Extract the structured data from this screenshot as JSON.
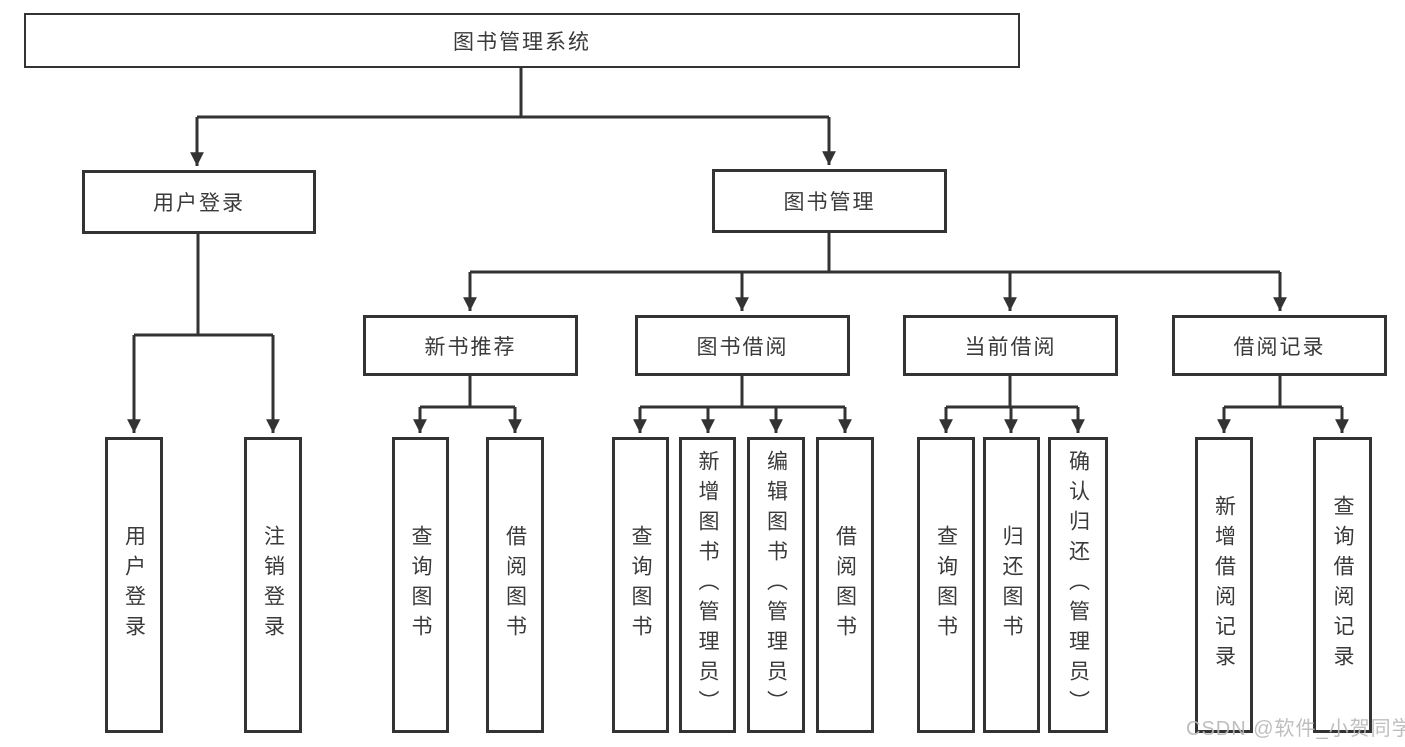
{
  "colors": {
    "background": "#ffffff",
    "line": "#333333",
    "text": "#3a3a3a",
    "watermark": "#b9b9b9"
  },
  "watermark": {
    "text": "CSDN @软件_小贺同学"
  },
  "tree": {
    "root": {
      "label": "图书管理系统",
      "children": [
        {
          "label": "用户登录",
          "children": [
            {
              "label": "用户登录"
            },
            {
              "label": "注销登录"
            }
          ]
        },
        {
          "label": "图书管理",
          "children": [
            {
              "label": "新书推荐",
              "children": [
                {
                  "label": "查询图书"
                },
                {
                  "label": "借阅图书"
                }
              ]
            },
            {
              "label": "图书借阅",
              "children": [
                {
                  "label": "查询图书"
                },
                {
                  "label": "新增图书（管理员）"
                },
                {
                  "label": "编辑图书（管理员）"
                },
                {
                  "label": "借阅图书"
                }
              ]
            },
            {
              "label": "当前借阅",
              "children": [
                {
                  "label": "查询图书"
                },
                {
                  "label": "归还图书"
                },
                {
                  "label": "确认归还（管理员）"
                }
              ]
            },
            {
              "label": "借阅记录",
              "children": [
                {
                  "label": "新增借阅记录"
                },
                {
                  "label": "查询借阅记录"
                }
              ]
            }
          ]
        }
      ]
    }
  }
}
